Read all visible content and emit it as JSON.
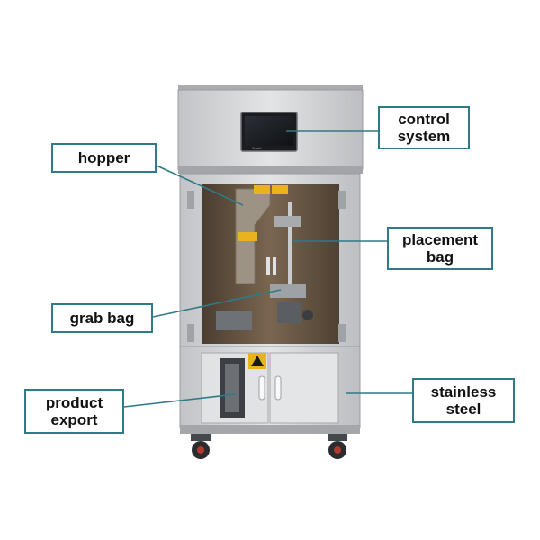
{
  "colors": {
    "accent": "#2f7a86",
    "steel_light": "#d9dadc",
    "steel_mid": "#b9bbbe",
    "steel_dark": "#8f9296",
    "interior": "#6b5a45",
    "warning": "#e8b31e"
  },
  "labels": {
    "control_system": {
      "line1": "control",
      "line2": "system"
    },
    "hopper": {
      "line1": "hopper"
    },
    "placement_bag": {
      "line1": "placement",
      "line2": "bag"
    },
    "grab_bag": {
      "line1": "grab bag"
    },
    "product_export": {
      "line1": "product",
      "line2": "export"
    },
    "stainless_steel": {
      "line1": "stainless",
      "line2": "steel"
    }
  },
  "machine": {
    "screen_brand": "Smart"
  }
}
